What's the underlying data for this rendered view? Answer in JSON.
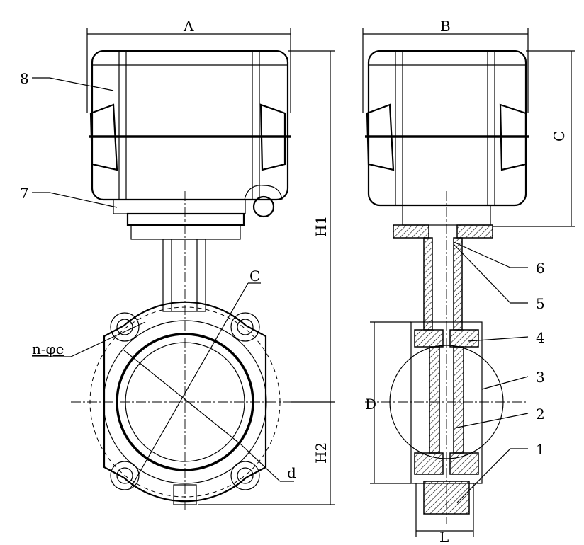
{
  "dimensions": {
    "A": "A",
    "B": "B",
    "C_height": "C",
    "H1": "H1",
    "H2": "H2",
    "D": "D",
    "L": "L",
    "C_dia": "C",
    "d": "d",
    "holes": "n-φe"
  },
  "parts": [
    "1",
    "2",
    "3",
    "4",
    "5",
    "6",
    "7",
    "8"
  ]
}
